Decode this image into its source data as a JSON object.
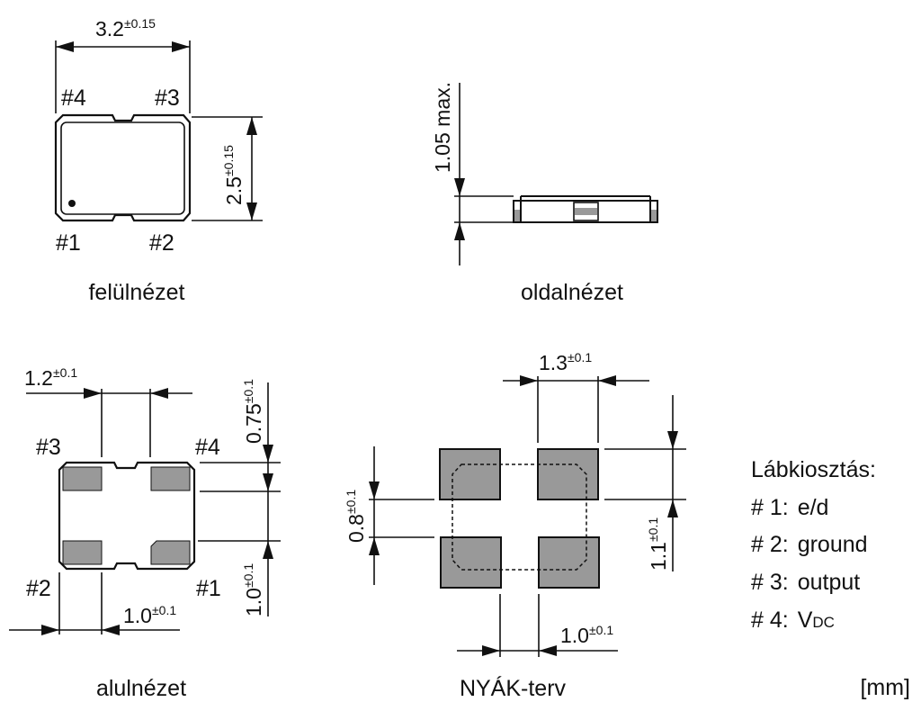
{
  "top_view": {
    "caption": "felülnézet",
    "width_dim": "3.2",
    "width_tol": "±0.15",
    "height_dim": "2.5",
    "height_tol": "±0.15",
    "pins": [
      "#1",
      "#2",
      "#3",
      "#4"
    ]
  },
  "side_view": {
    "caption": "oldalnézet",
    "height_dim": "1.05 max."
  },
  "bottom_view": {
    "caption": "alulnézet",
    "pad_gap_dim": "1.2",
    "pad_gap_tol": "±0.1",
    "pad_width_dim": "1.0",
    "pad_width_tol": "±0.1",
    "pad_top_dim": "0.75",
    "pad_top_tol": "±0.1",
    "pad_height_dim": "1.0",
    "pad_height_tol": "±0.1",
    "pins": [
      "#1",
      "#2",
      "#3",
      "#4"
    ]
  },
  "pcb_layout": {
    "caption": "NYÁK-terv",
    "pad_width_dim": "1.3",
    "pad_width_tol": "±0.1",
    "pad_height_dim": "1.1",
    "pad_height_tol": "±0.1",
    "pad_gap_v_dim": "0.8",
    "pad_gap_v_tol": "±0.1",
    "pad_gap_h_dim": "1.0",
    "pad_gap_h_tol": "±0.1"
  },
  "pinout": {
    "title": "Lábkiosztás:",
    "items": [
      {
        "pin": "# 1:",
        "function": "e/d"
      },
      {
        "pin": "# 2:",
        "function": "ground"
      },
      {
        "pin": "# 3:",
        "function": "output"
      },
      {
        "pin": "# 4:",
        "function_main": "V",
        "function_sub": "DC"
      }
    ]
  },
  "unit": "[mm]"
}
